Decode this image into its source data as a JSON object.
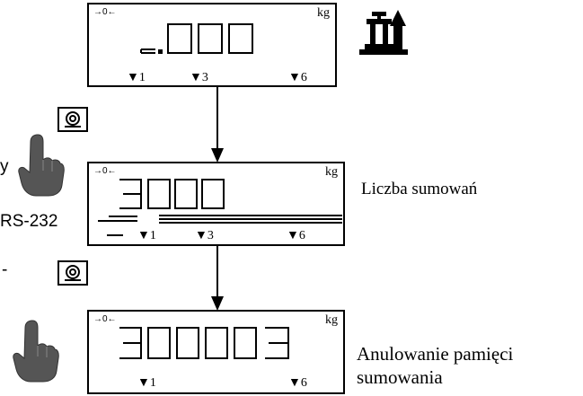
{
  "display1": {
    "zero_indicator": "→0←",
    "unit": "kg",
    "indicators": [
      "▼1",
      "▼3",
      "▼6"
    ]
  },
  "display2": {
    "zero_indicator": "→0←",
    "unit": "kg",
    "indicators": [
      "▼1",
      "▼3",
      "▼6"
    ],
    "label": "Liczba sumowań"
  },
  "display3": {
    "zero_indicator": "→0←",
    "unit": "kg",
    "indicators": [
      "▼1",
      "▼6"
    ],
    "label_line1": "Anulowanie pamięci",
    "label_line2": "sumowania"
  },
  "left_partial_text": {
    "v": "y",
    "rs232": "RS-232",
    "dash": "-"
  },
  "icons": [
    "scale-lift-icon",
    "enter-key-icon",
    "hand-press-icon",
    "arrow-down-icon"
  ]
}
